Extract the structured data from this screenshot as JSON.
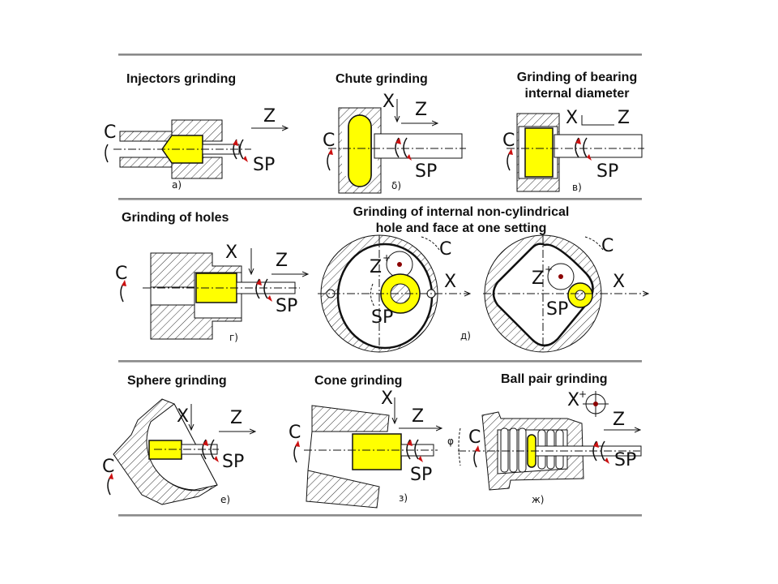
{
  "panels": [
    {
      "id": "a",
      "title": "Injectors grinding",
      "sublabel": "a)",
      "axes": [
        "C",
        "Z",
        "SP"
      ]
    },
    {
      "id": "b",
      "title": "Chute grinding",
      "sublabel": "δ)",
      "axes": [
        "C",
        "X",
        "Z",
        "SP"
      ]
    },
    {
      "id": "v",
      "title": "Grinding of bearing internal diameter",
      "title_lines": [
        "Grinding of bearing",
        "internal diameter"
      ],
      "sublabel": "в)",
      "axes": [
        "C",
        "X",
        "Z",
        "SP"
      ]
    },
    {
      "id": "g",
      "title": "Grinding of holes",
      "sublabel": "г)",
      "axes": [
        "C",
        "X",
        "Z",
        "SP"
      ]
    },
    {
      "id": "d",
      "title": "Grinding of internal non-cylindrical hole and face at one setting",
      "title_lines": [
        "Grinding of internal non-cylindrical",
        "hole and face at one setting"
      ],
      "sublabel": "д)",
      "axes": [
        "C",
        "Z",
        "X",
        "SP"
      ]
    },
    {
      "id": "e",
      "title": "Sphere grinding",
      "sublabel": "e)",
      "axes": [
        "C",
        "X",
        "Z",
        "SP"
      ]
    },
    {
      "id": "z",
      "title": "Cone grinding",
      "sublabel": "з)",
      "axes": [
        "C",
        "X",
        "Z",
        "SP"
      ]
    },
    {
      "id": "zh",
      "title": "Ball pair grinding",
      "sublabel": "ж)",
      "axes": [
        "C",
        "X",
        "Z",
        "SP"
      ]
    }
  ],
  "symbols": {
    "c": "C",
    "x": "X",
    "z": "Z",
    "sp": "SP",
    "plus": "+",
    "phi": "φ"
  },
  "colors": {
    "tool": "#ffff00",
    "line": "#111111",
    "arrow_red": "#cc1111",
    "separator": "#8a8a8a"
  }
}
